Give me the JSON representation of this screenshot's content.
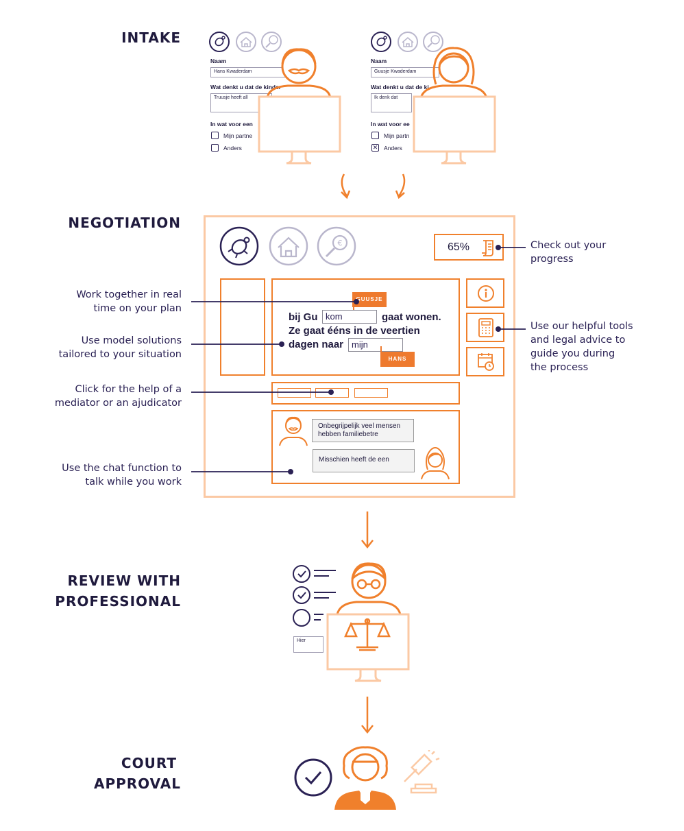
{
  "stages": {
    "intake": "INTAKE",
    "negotiation": "NEGOTIATION",
    "review_line1": "REVIEW WITH",
    "review_line2": "PROFESSIONAL",
    "court_line1": "COURT",
    "court_line2": "APPROVAL"
  },
  "intake_forms": [
    {
      "name_label": "Naam",
      "name_value": "Hans Kwaderdam",
      "question": "Wat denkt u dat de kinder",
      "answer": "Truusje heeft all",
      "options_label": "In wat voor een",
      "options": [
        {
          "label": "Mijn partne",
          "checked": ""
        },
        {
          "label": "Anders",
          "checked": ""
        }
      ]
    },
    {
      "name_label": "Naam",
      "name_value": "Guusje Kwaderdam",
      "question": "Wat denkt u dat de ki",
      "answer": "Ik denk dat",
      "options_label": "In wat voor ee",
      "options": [
        {
          "label": "Mijn partn",
          "checked": ""
        },
        {
          "label": "Anders",
          "checked": "✕"
        }
      ]
    }
  ],
  "negotiation": {
    "progress": "65%",
    "progress_value": 65,
    "tag_top": "GUUSJE",
    "tag_bottom": "HANS",
    "doc_line1_a": "bij Gu",
    "doc_input1": "kom",
    "doc_line1_b": "gaat wonen.",
    "doc_line2": "Ze gaat ééns in de veertien",
    "doc_line3": "dagen naar",
    "doc_input2": "mijn",
    "chat_msg1": "Onbegrijpelijk veel mensen hebben familiebetre",
    "chat_msg2": "Misschien heeft de een"
  },
  "annotations": {
    "progress": "Check out your progress",
    "realtime": "Work together in real time on your plan",
    "model": "Use model solutions tailored to your situation",
    "help": "Click for the help of a mediator or an ajudicator",
    "chat": "Use the chat function to talk while you work",
    "tools": "Use our helpful tools and legal advice to guide you during the process"
  },
  "review": {
    "input_value": "Hier"
  },
  "colors": {
    "orange": "#f0802c",
    "peach": "#fbc9a4",
    "navy": "#2a2154",
    "lavender": "#b9b6cc"
  }
}
